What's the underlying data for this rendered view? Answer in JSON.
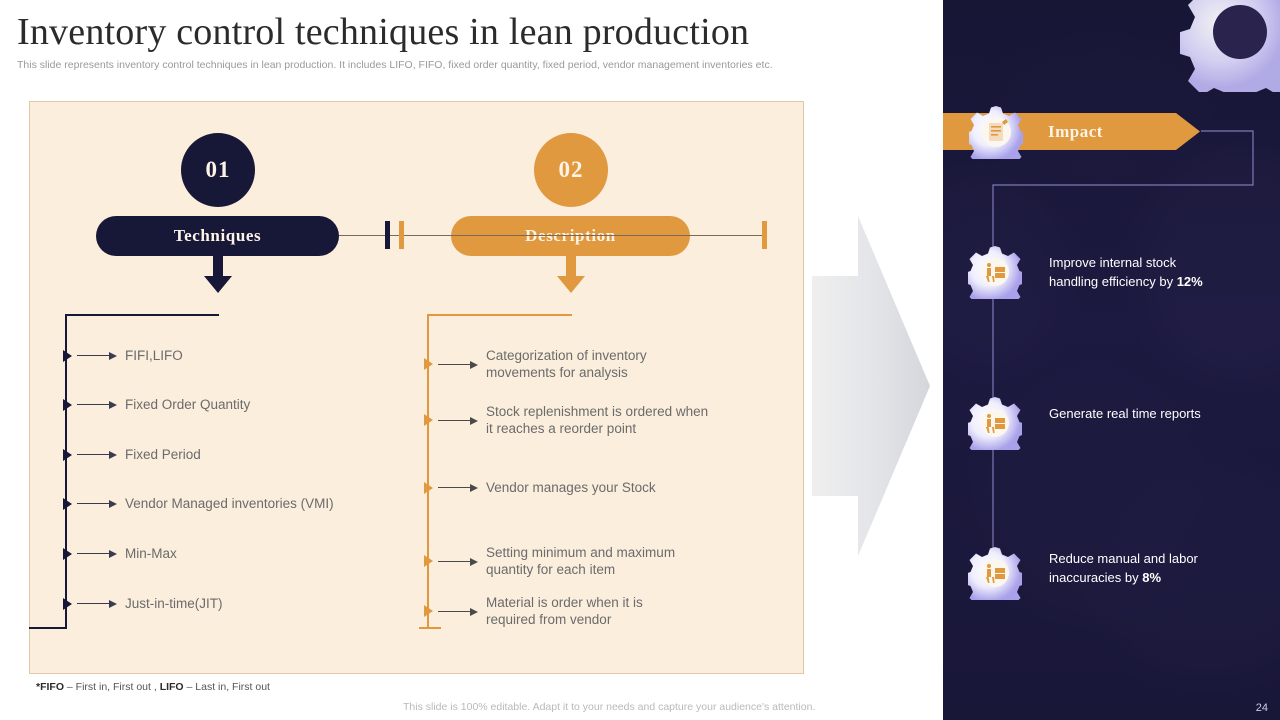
{
  "slide": {
    "title": "Inventory control techniques in lean production",
    "subtitle": "This slide represents inventory control techniques in lean production. It includes LIFO, FIFO,  fixed order quantity, fixed period, vendor management inventories etc.",
    "page_number": "24",
    "editable_note": "This slide is 100% editable. Adapt it to your needs and capture your audience's attention.",
    "footnote_prefix": "*FIFO",
    "footnote_mid": " – First in, First out , ",
    "footnote_bold2": "LIFO",
    "footnote_suffix": " – Last in, First out"
  },
  "columns": [
    {
      "number": "01",
      "heading": "Techniques",
      "accent": "#171738"
    },
    {
      "number": "02",
      "heading": "Description",
      "accent": "#e0993f"
    }
  ],
  "techniques": [
    {
      "label": "FIFI,LIFO"
    },
    {
      "label": "Fixed Order Quantity"
    },
    {
      "label": "Fixed Period"
    },
    {
      "label": "Vendor Managed inventories   (VMI)"
    },
    {
      "label": "Min-Max"
    },
    {
      "label": "Just-in-time(JIT)"
    }
  ],
  "descriptions": [
    {
      "label": "Categorization of inventory\nmovements for analysis"
    },
    {
      "label": "Stock replenishment  is ordered when\nit reaches a reorder point"
    },
    {
      "label": "Vendor manages your Stock"
    },
    {
      "label": "Setting minimum and maximum\nquantity for each item"
    },
    {
      "label": "Material is order when it is\nrequired from vendor"
    }
  ],
  "impact": {
    "banner_label": "Impact",
    "items": [
      {
        "text_plain": "Improve internal stock\nhandling efficiency by ",
        "bold": "12%"
      },
      {
        "text_plain": "Generate real time reports",
        "bold": ""
      },
      {
        "text_plain": "Reduce manual and labor\ninaccuracies by ",
        "bold": "8%"
      }
    ]
  },
  "colors": {
    "navy": "#171738",
    "orange": "#e0993f",
    "cream": "#fbeedd",
    "panel_border": "#e0c9a8",
    "body_text": "#6b6b6b",
    "dark_panel": "#181634"
  }
}
